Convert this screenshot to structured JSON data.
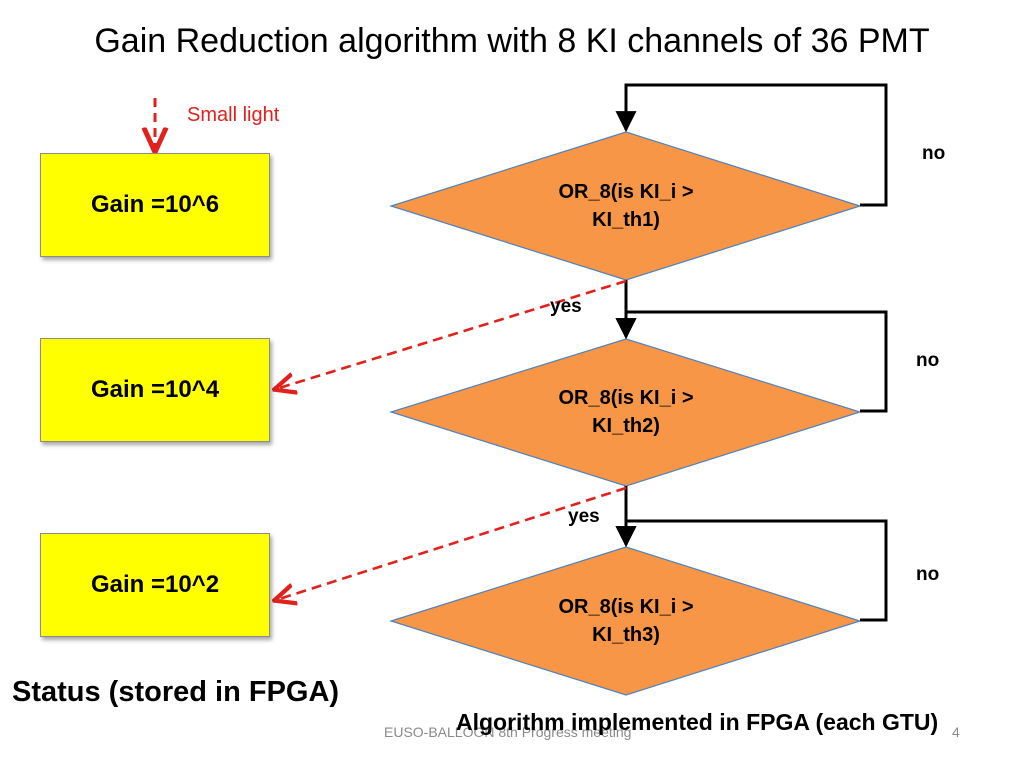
{
  "title": "Gain Reduction algorithm with 8 KI channels of 36 PMT",
  "small_light_label": "Small light",
  "gain_boxes": [
    {
      "label": "Gain =10^6"
    },
    {
      "label": "Gain =10^4"
    },
    {
      "label": "Gain =10^2"
    }
  ],
  "decisions": [
    {
      "line1": "OR_8(is  KI_i >",
      "line2": "KI_th1)"
    },
    {
      "line1": "OR_8(is  KI_i >",
      "line2": "KI_th2)"
    },
    {
      "line1": "OR_8(is  KI_i >",
      "line2": "KI_th3)"
    }
  ],
  "branch_labels": {
    "no_1": "no",
    "no_2": "no",
    "no_3": "no",
    "yes_1": "yes",
    "yes_2": "yes"
  },
  "status_label": "Status (stored in FPGA)",
  "algorithm_label": "Algorithm  implemented in FPGA (each GTU)",
  "footer_text": "EUSO-BALLOON 8th Progress meeting",
  "page_number": "4",
  "colors": {
    "gain_fill": "#ffff00",
    "decision_fill": "#f79646",
    "decision_stroke": "#4f81bd",
    "dashed_arrow": "#e0211c",
    "loop_line": "#000000"
  }
}
